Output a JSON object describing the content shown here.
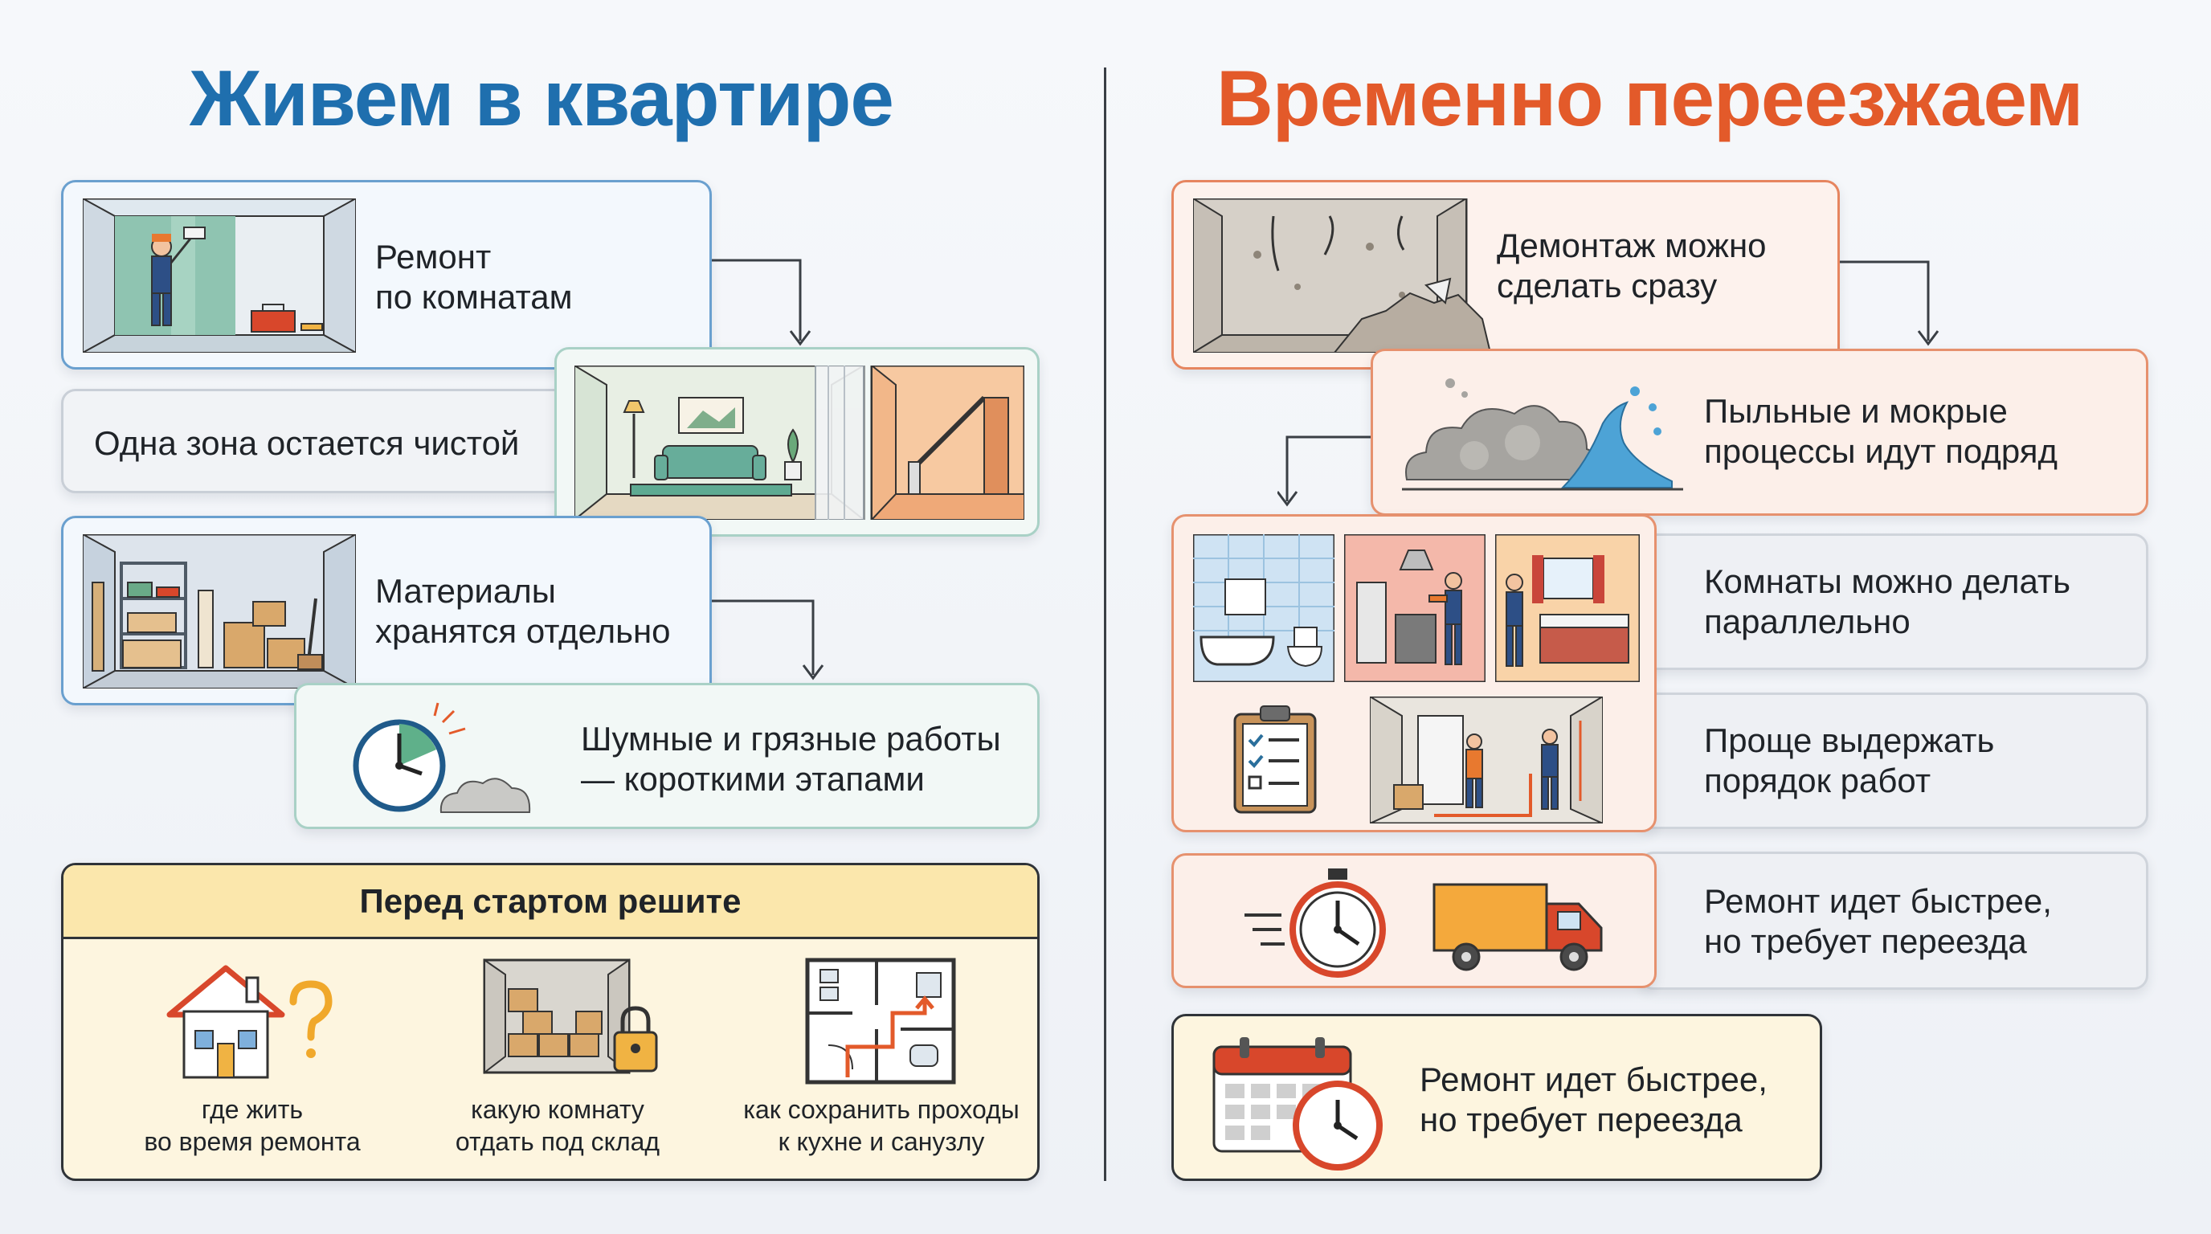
{
  "left": {
    "title": "Живем в квартире",
    "cards": [
      {
        "text_l1": "Ремонт",
        "text_l2": "по комнатам"
      },
      {
        "text": "Одна зона остается чистой"
      },
      {
        "text_l1": "Материалы",
        "text_l2": "хранятся отдельно"
      },
      {
        "text_l1": "Шумные и грязные работы",
        "text_l2": "— короткими этапами"
      }
    ],
    "decide": {
      "header": "Перед стартом решите",
      "items": [
        {
          "l1": "где жить",
          "l2": "во время ремонта",
          "icon": "house-question-icon"
        },
        {
          "l1": "какую комнату",
          "l2": "отдать под склад",
          "icon": "boxes-lock-icon"
        },
        {
          "l1": "как сохранить проходы",
          "l2": "к кухне и санузлу",
          "icon": "floorplan-icon"
        }
      ]
    }
  },
  "right": {
    "title": "Временно переезжаем",
    "cards": [
      {
        "text_l1": "Демонтаж можно",
        "text_l2": "сделать сразу"
      },
      {
        "text_l1": "Пыльные и мокрые",
        "text_l2": "процессы идут подряд"
      },
      {
        "text_l1": "Комнаты можно делать",
        "text_l2": "параллельно"
      },
      {
        "text_l1": "Проще выдержать",
        "text_l2": "порядок работ"
      },
      {
        "text_l1": "Ремонт идет быстрее,",
        "text_l2": "но требует переезда"
      },
      {
        "text_l1": "Ремонт идет быстрее,",
        "text_l2": "но требует переезда"
      }
    ]
  },
  "colors": {
    "left_title": "#1f6fae",
    "right_title": "#e35a2a",
    "accent_blue": "#6aa0cf",
    "accent_orange": "#e6855f",
    "accent_yellow": "#fbe7ac"
  }
}
